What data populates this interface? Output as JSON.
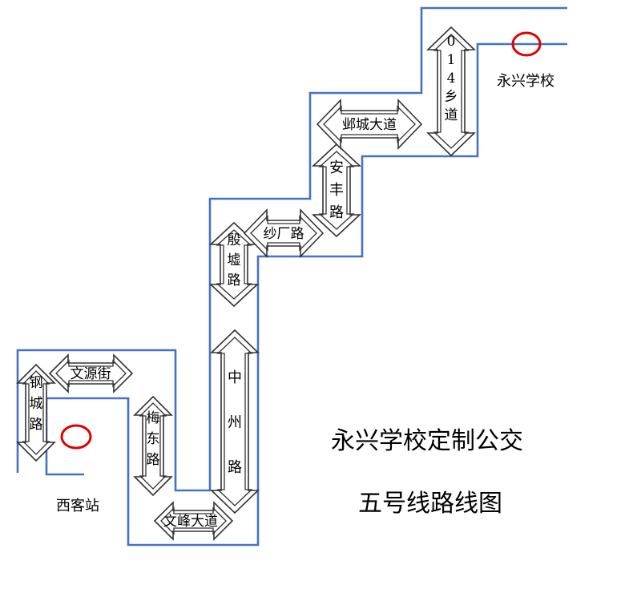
{
  "colors": {
    "route": "#4472c4",
    "stop_marker": "#e00000",
    "text": "#000000"
  },
  "stops": {
    "start": "西客站",
    "end": "永兴学校"
  },
  "title": {
    "line1": "永兴学校定制公交",
    "line2": "五号线路线图"
  },
  "roads": [
    {
      "name": "钢城路",
      "orientation": "vertical"
    },
    {
      "name": "文源街",
      "orientation": "horizontal"
    },
    {
      "name": "梅东路",
      "orientation": "vertical"
    },
    {
      "name": "文峰大道",
      "orientation": "horizontal"
    },
    {
      "name": "中州路",
      "orientation": "vertical"
    },
    {
      "name": "殷墟路",
      "orientation": "vertical"
    },
    {
      "name": "纱厂路",
      "orientation": "horizontal"
    },
    {
      "name": "安丰路",
      "orientation": "vertical"
    },
    {
      "name": "邺城大道",
      "orientation": "horizontal"
    },
    {
      "name": "014乡道",
      "orientation": "vertical"
    }
  ]
}
